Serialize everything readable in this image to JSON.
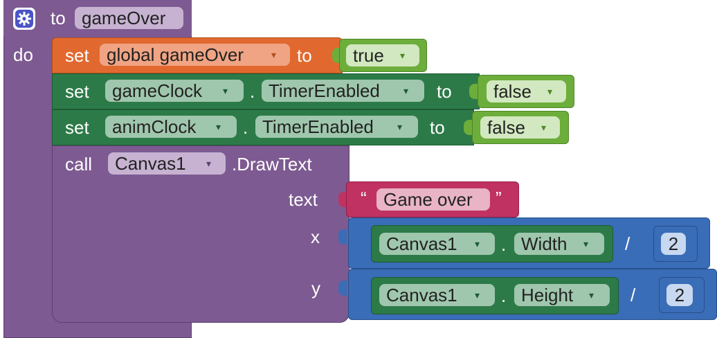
{
  "procedure": {
    "to_keyword": "to",
    "name": "gameOver",
    "do_keyword": "do",
    "gear_icon": "gear-icon",
    "color": "#7d5a91"
  },
  "statements": {
    "set1": {
      "keyword": "set",
      "variable": "global gameOver",
      "to_keyword": "to",
      "value": "true",
      "color": "#e1692f"
    },
    "set2": {
      "keyword": "set",
      "component": "gameClock",
      "dot": ".",
      "property": "TimerEnabled",
      "to_keyword": "to",
      "value": "false",
      "color": "#2c7a48"
    },
    "set3": {
      "keyword": "set",
      "component": "animClock",
      "dot": ".",
      "property": "TimerEnabled",
      "to_keyword": "to",
      "value": "false",
      "color": "#2c7a48"
    },
    "call": {
      "keyword": "call",
      "component": "Canvas1",
      "method": ".DrawText",
      "text_label": "text",
      "text_value": "Game over",
      "open_quote": "“",
      "close_quote": "”",
      "x_label": "x",
      "x_component": "Canvas1",
      "x_dot": ".",
      "x_property": "Width",
      "x_op": "/",
      "x_divisor": "2",
      "y_label": "y",
      "y_component": "Canvas1",
      "y_dot": ".",
      "y_property": "Height",
      "y_op": "/",
      "y_divisor": "2",
      "color": "#7d5a91"
    }
  },
  "dropdown_arrow": "▾"
}
